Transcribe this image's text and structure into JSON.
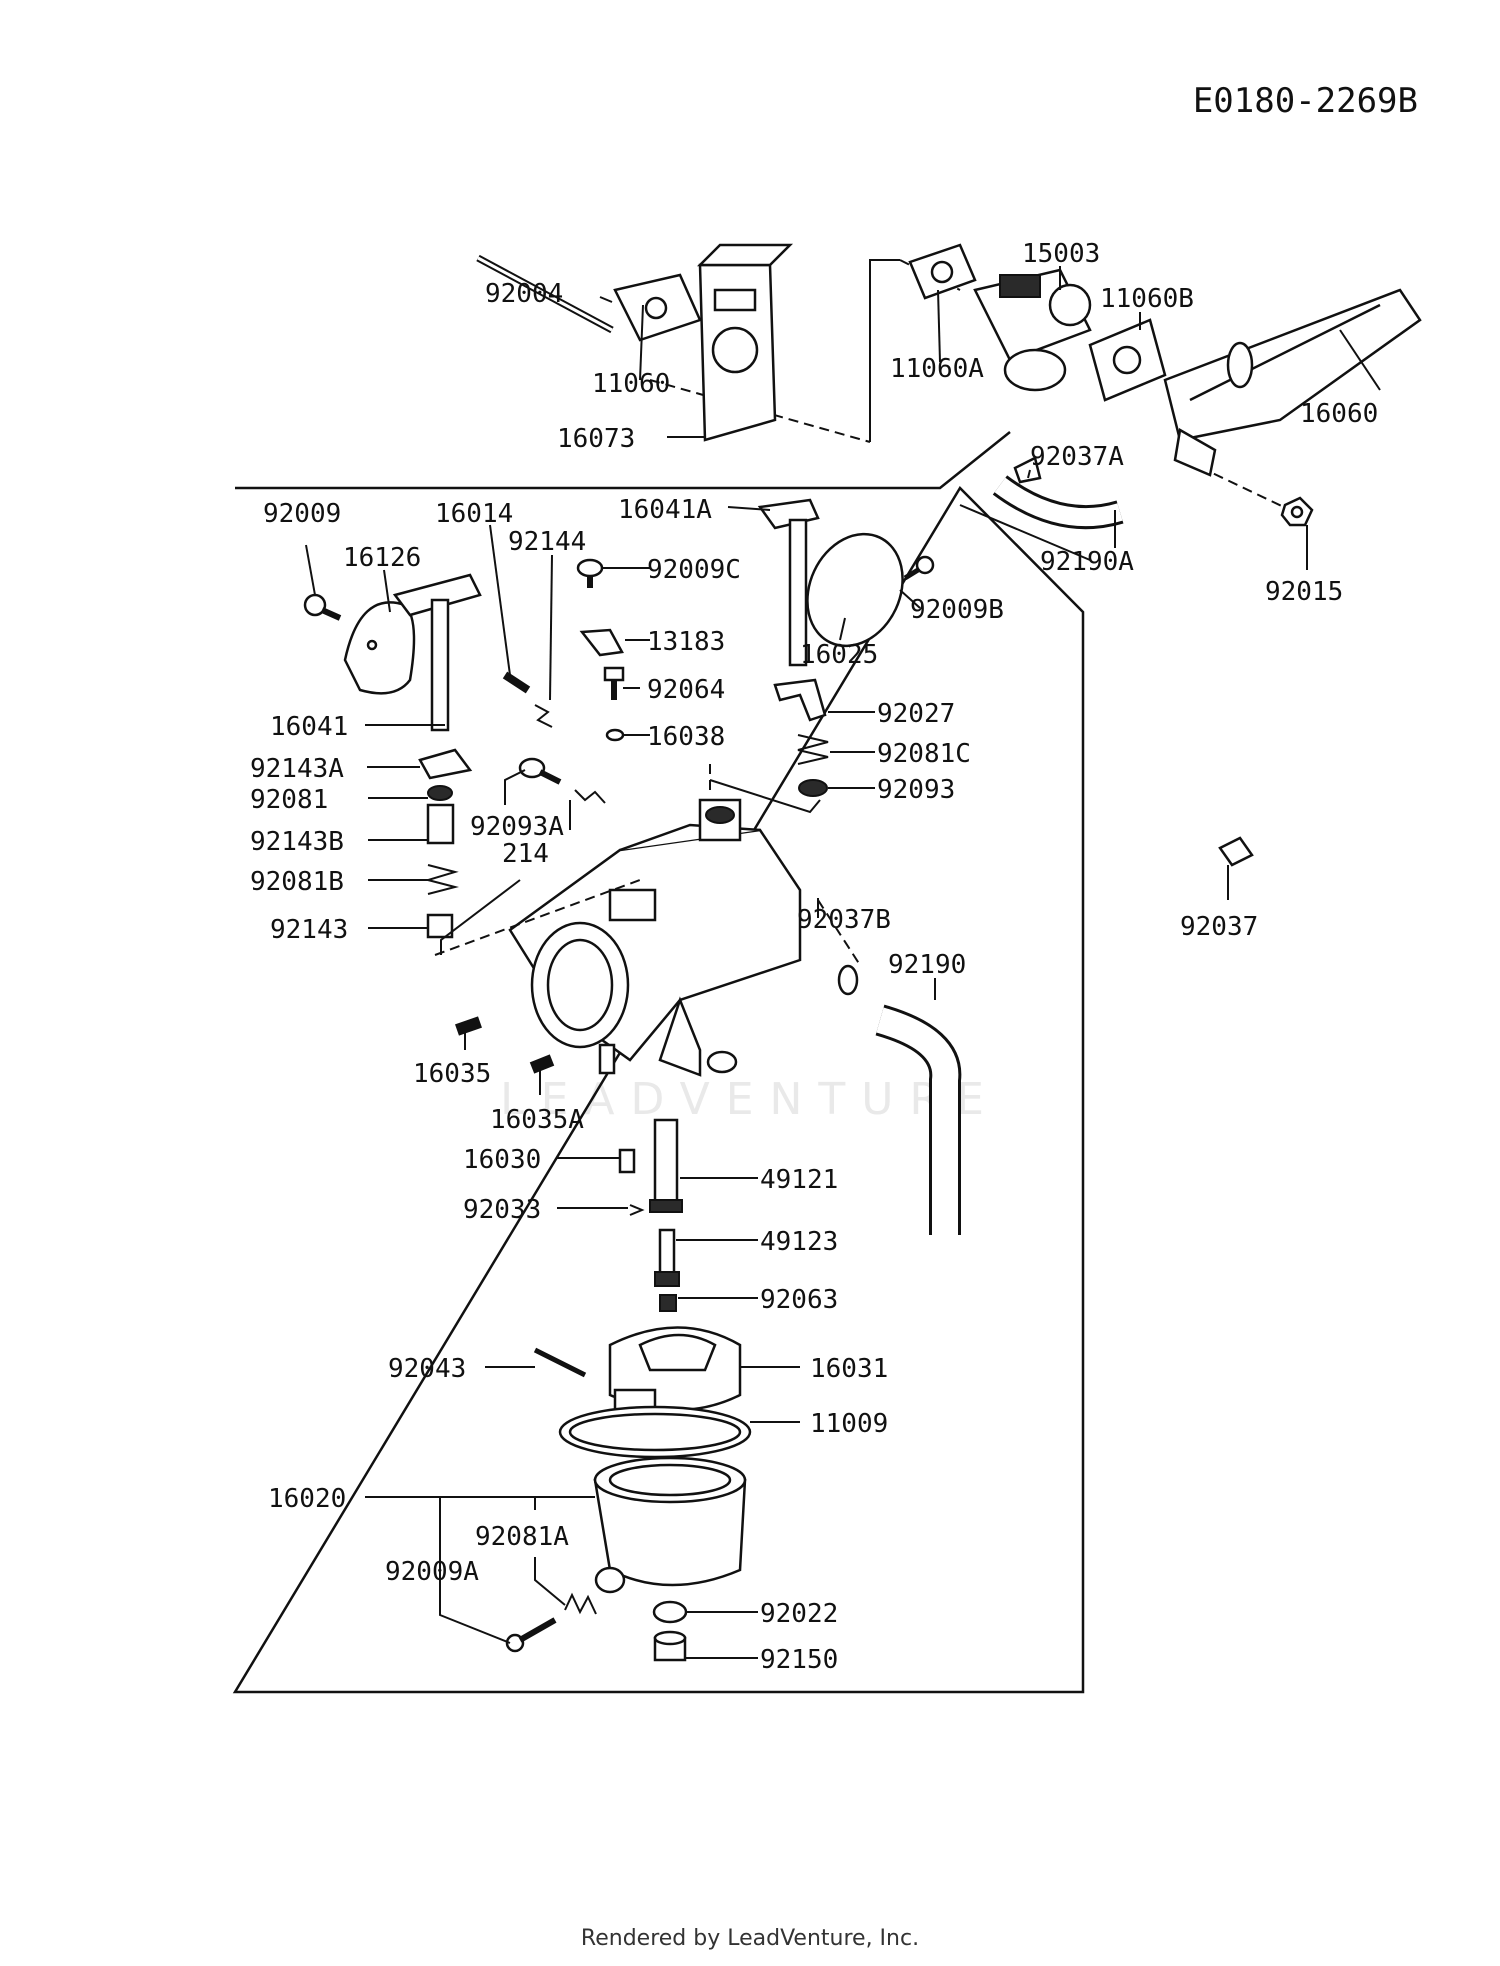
{
  "diagram": {
    "drawing_id": "E0180-2269B",
    "watermark": "LEADVENTURE",
    "footer": "Rendered by LeadVenture, Inc.",
    "parts": [
      "92004",
      "11060",
      "16073",
      "11060A",
      "15003",
      "11060B",
      "16060",
      "92037A",
      "92190A",
      "92015",
      "92009",
      "16014",
      "92144",
      "16126",
      "16041A",
      "92009C",
      "92009B",
      "16025",
      "13183",
      "92064",
      "16038",
      "92027",
      "92081C",
      "92093",
      "16041",
      "92143A",
      "92093A",
      "214",
      "92081",
      "92143B",
      "92081B",
      "92143",
      "92037B",
      "92190",
      "92037",
      "16035",
      "16035A",
      "16030",
      "49121",
      "92033",
      "49123",
      "92063",
      "92043",
      "16031",
      "11009",
      "16020",
      "92081A",
      "92009A",
      "92022",
      "92150"
    ]
  }
}
